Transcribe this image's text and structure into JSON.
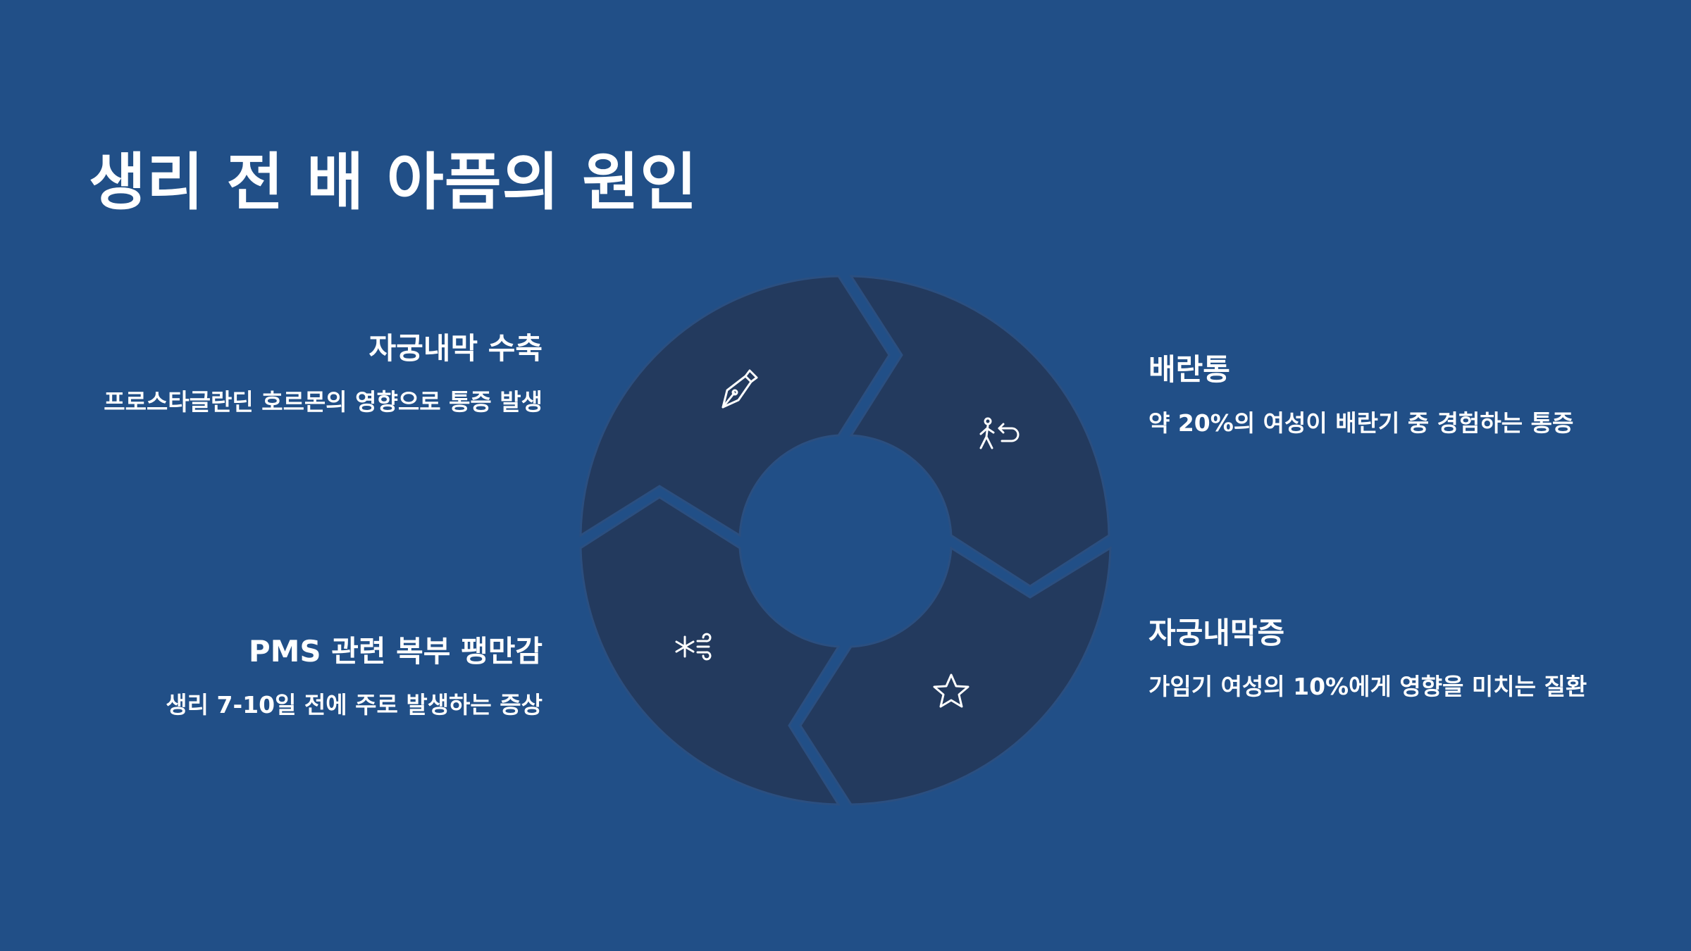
{
  "title": "생리 전 배 아픔의 원인",
  "items": [
    {
      "heading": "자궁내막 수축",
      "desc": "프로스타글란딘 호르몬의 영향으로 통증 발생",
      "icon": "fountain-pen-icon"
    },
    {
      "heading": "배란통",
      "desc": "약 20%의 여성이 배란기 중 경험하는 통증",
      "icon": "walking-person-return-icon"
    },
    {
      "heading": "PMS 관련 복부 팽만감",
      "desc": "생리 7-10일 전에 주로 발생하는 증상",
      "icon": "snowflake-wind-icon"
    },
    {
      "heading": "자궁내막증",
      "desc": "가임기 여성의 10%에게 영향을 미치는 질환",
      "icon": "star-icon"
    }
  ],
  "colors": {
    "background": "#214f87",
    "segment": "#233a5e",
    "text": "#ffffff"
  }
}
